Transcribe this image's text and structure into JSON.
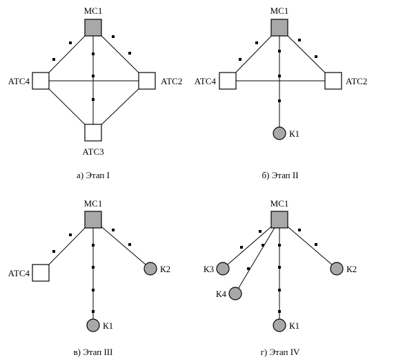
{
  "colors": {
    "hub_fill": "#a8a8a8",
    "client_fill": "#a8a8a8",
    "atc_fill": "#ffffff",
    "line": "#000000"
  },
  "panels": [
    {
      "caption": "а) Этап I",
      "hub": "МС1",
      "atc": {
        "left": "АТС4",
        "right": "АТС2",
        "bottom": "АТС3"
      }
    },
    {
      "caption": "б) Этап II",
      "hub": "МС1",
      "atc": {
        "left": "АТС4",
        "right": "АТС2"
      },
      "clients": {
        "k1": "К1"
      }
    },
    {
      "caption": "в) Этап III",
      "hub": "МС1",
      "atc": {
        "left": "АТС4"
      },
      "clients": {
        "k1": "К1",
        "k2": "К2"
      }
    },
    {
      "caption": "г) Этап IV",
      "hub": "МС1",
      "clients": {
        "k1": "К1",
        "k2": "К2",
        "k3": "К3",
        "k4": "К4"
      }
    }
  ]
}
